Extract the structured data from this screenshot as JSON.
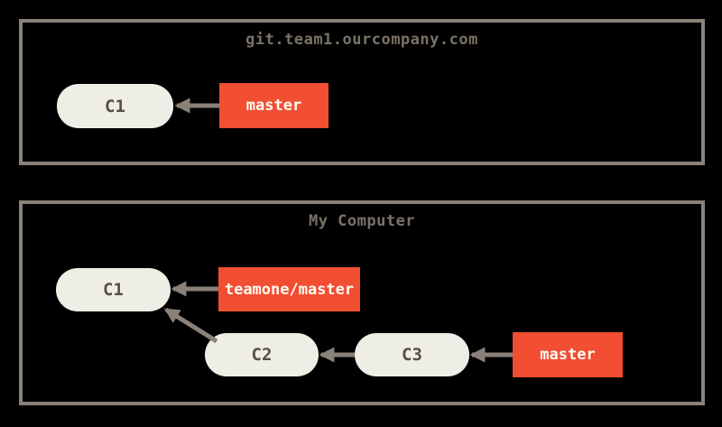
{
  "colors": {
    "background": "#000000",
    "box_border": "#8a8178",
    "arrow": "#8a8178",
    "commit_fill": "#efeee6",
    "commit_text": "#554f47",
    "branch_fill": "#f14e32",
    "branch_text": "#fffdf6",
    "title_text": "#7a7268"
  },
  "remote": {
    "title": "git.team1.ourcompany.com",
    "commits": [
      {
        "label": "C1"
      }
    ],
    "branches": [
      {
        "label": "master",
        "points_to": "C1"
      }
    ]
  },
  "local": {
    "title": "My Computer",
    "commits": [
      {
        "label": "C1"
      },
      {
        "label": "C2",
        "parent": "C1"
      },
      {
        "label": "C3",
        "parent": "C2"
      }
    ],
    "branches": [
      {
        "label": "teamone/master",
        "points_to": "C1"
      },
      {
        "label": "master",
        "points_to": "C3"
      }
    ]
  }
}
